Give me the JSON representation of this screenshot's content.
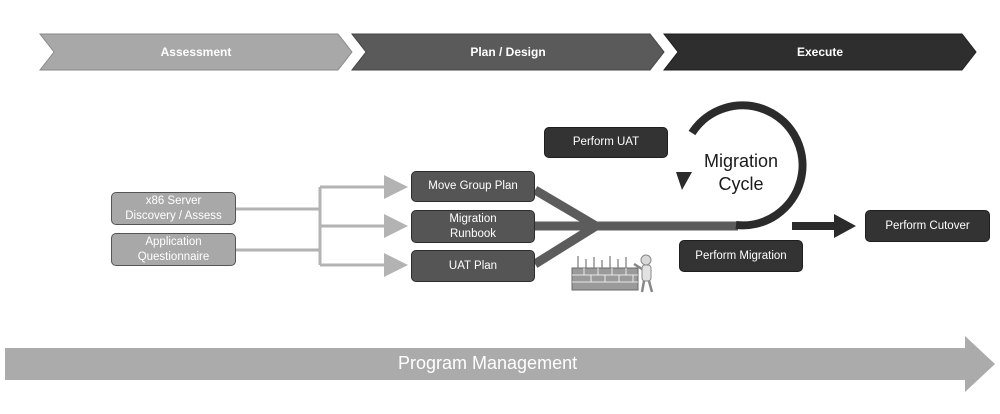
{
  "phases": [
    {
      "label": "Assessment",
      "color": "#a8a8a8"
    },
    {
      "label": "Plan / Design",
      "color": "#5a5a5a"
    },
    {
      "label": "Execute",
      "color": "#2e2e2e"
    }
  ],
  "inputs": [
    "x86 Server\nDiscovery / Assess",
    "Application\nQuestionnaire"
  ],
  "plans": [
    "Move Group Plan",
    "Migration\nRunbook",
    "UAT Plan"
  ],
  "execute": {
    "perform_uat": "Perform UAT",
    "perform_migration": "Perform Migration",
    "cycle_label": "Migration\nCycle",
    "perform_cutover": "Perform Cutover"
  },
  "program_management": "Program Management",
  "icons": {
    "builder_figure": "worker-building-wall-icon"
  }
}
